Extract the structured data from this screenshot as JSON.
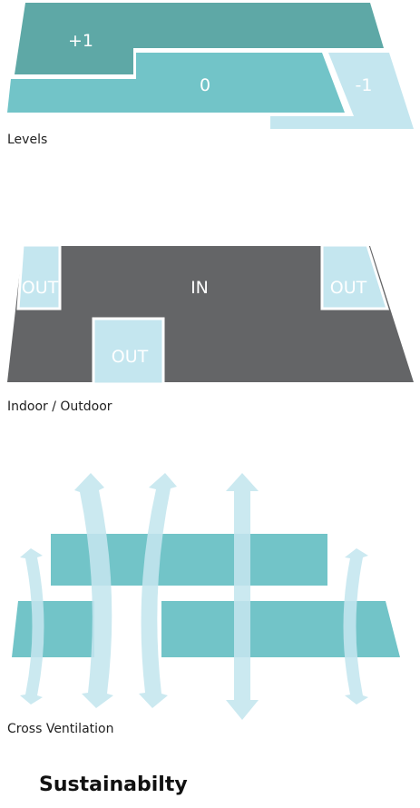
{
  "levels": {
    "caption": "Levels",
    "upper_label": "+1",
    "ground_label": "0",
    "basement_label": "-1",
    "colors": {
      "upper": "#5ea8a6",
      "ground": "#72c4c8",
      "basement": "#c4e6ef"
    }
  },
  "indoor_outdoor": {
    "caption": "Indoor / Outdoor",
    "in_label": "IN",
    "out_left_label": "OUT",
    "out_right_label": "OUT",
    "out_bottom_label": "OUT",
    "colors": {
      "indoor": "#646567",
      "outdoor": "#c4e6ef"
    }
  },
  "cross_ventilation": {
    "caption": "Cross Ventilation",
    "colors": {
      "slab": "#72c4c8",
      "airflow": "#c4e6ef"
    },
    "arrow_icons": [
      "curved-double-arrow-icon",
      "straight-double-arrow-icon"
    ]
  },
  "page_title": "Sustainabilty"
}
